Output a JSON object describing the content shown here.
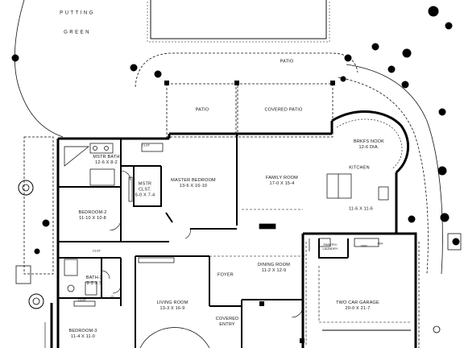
{
  "plan": {
    "rooms": {
      "putting_green": {
        "name": "PUTTING",
        "name2": "GREEN"
      },
      "patio_top": {
        "name": "PATIO"
      },
      "patio_left": {
        "name": "PATIO"
      },
      "covered_patio": {
        "name": "COVERED PATIO"
      },
      "mstr_bath": {
        "name": "MSTR BATH",
        "dims": "12-6 X 8-2"
      },
      "master_bedroom": {
        "name": "MASTER BEDROOM",
        "dims": "13-6 X 16-10"
      },
      "mstr_closet": {
        "name": "MSTR",
        "name2": "CLST.",
        "dims": "6-0 X 7-4"
      },
      "family_room": {
        "name": "FAMILY ROOM",
        "dims": "17-0 X 15-4"
      },
      "brkfs_nook": {
        "name": "BRKFS NOOK",
        "dims": "12-6 DIA."
      },
      "kitchen": {
        "name": "KITCHEN",
        "dims": "11-6 X 11-6"
      },
      "bedroom2": {
        "name": "BEDROOM-2",
        "dims": "11-10 X 10-8"
      },
      "bath2": {
        "name": "BATH-2",
        "dims": "9-3 X 5"
      },
      "bedroom3": {
        "name": "BEDROOM-3",
        "dims": "11-4 X 11-0"
      },
      "foyer": {
        "name": "FOYER"
      },
      "living_room": {
        "name": "LIVING ROOM",
        "dims": "13-3 X 16-9"
      },
      "dining_room": {
        "name": "DINING ROOM",
        "dims": "11-2 X 12-9"
      },
      "covered_entry": {
        "name": "COVERED",
        "name2": "ENTRY"
      },
      "pantry": {
        "name": "PANTRY/",
        "name2": "LAUNDRY"
      },
      "garage": {
        "name": "TWO CAR GARAGE",
        "dims": "20-0 X 21-7"
      }
    },
    "small_labels": {
      "clst_bath": "CLST",
      "clst_bed2": "CLST",
      "clst_bed3": "CLST",
      "cl": "CL",
      "wh": "WH",
      "wd": "W/D"
    }
  }
}
